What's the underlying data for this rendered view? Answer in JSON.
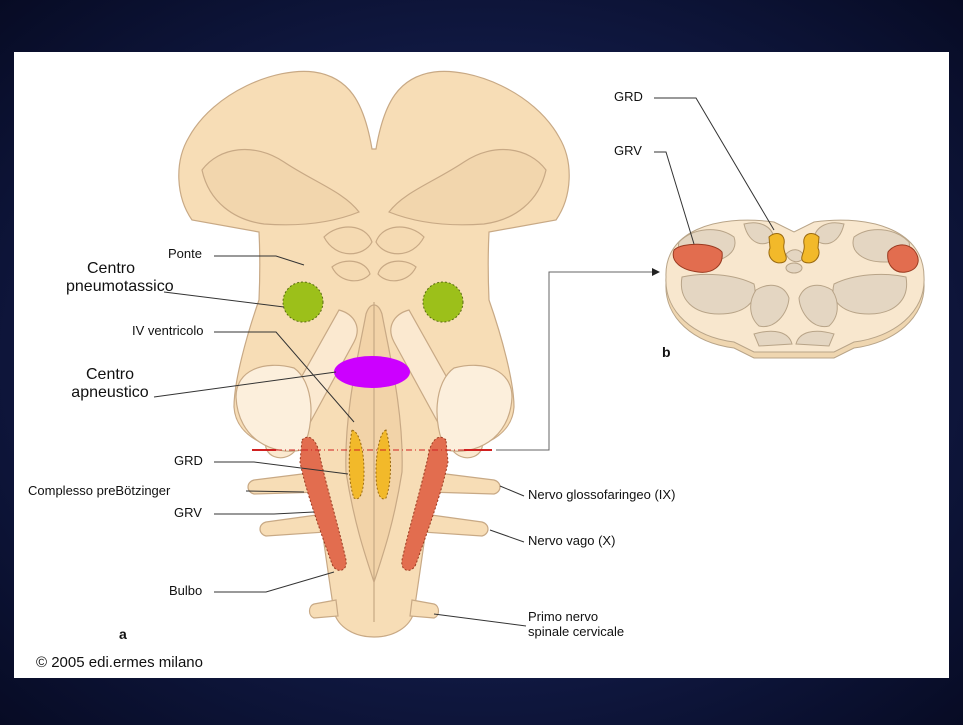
{
  "colors": {
    "tissue": "#f7ddb6",
    "tissue_outline": "#c8a985",
    "pneumotaxic": "#9cc01a",
    "apneustic": "#cc00ff",
    "grd": "#f2b92a",
    "grv": "#e26d4f",
    "cut_line": "#d02020"
  },
  "labels": {
    "ponte": "Ponte",
    "centro_pneumotassico": [
      "Centro",
      "pneumotassico"
    ],
    "iv_ventricolo": "IV ventricolo",
    "centro_apneustico": [
      "Centro",
      "apneustico"
    ],
    "grd": "GRD",
    "complesso": "Complesso preBötzinger",
    "grv": "GRV",
    "bulbo": "Bulbo",
    "nervo_glosso": "Nervo glossofaringeo (IX)",
    "nervo_vago": "Nervo vago (X)",
    "primo_nervo": [
      "Primo nervo",
      "spinale cervicale"
    ],
    "panel_a": "a",
    "panel_b": "b",
    "inset_grd": "GRD",
    "inset_grv": "GRV"
  },
  "copyright": "© 2005 edi.ermes milano"
}
